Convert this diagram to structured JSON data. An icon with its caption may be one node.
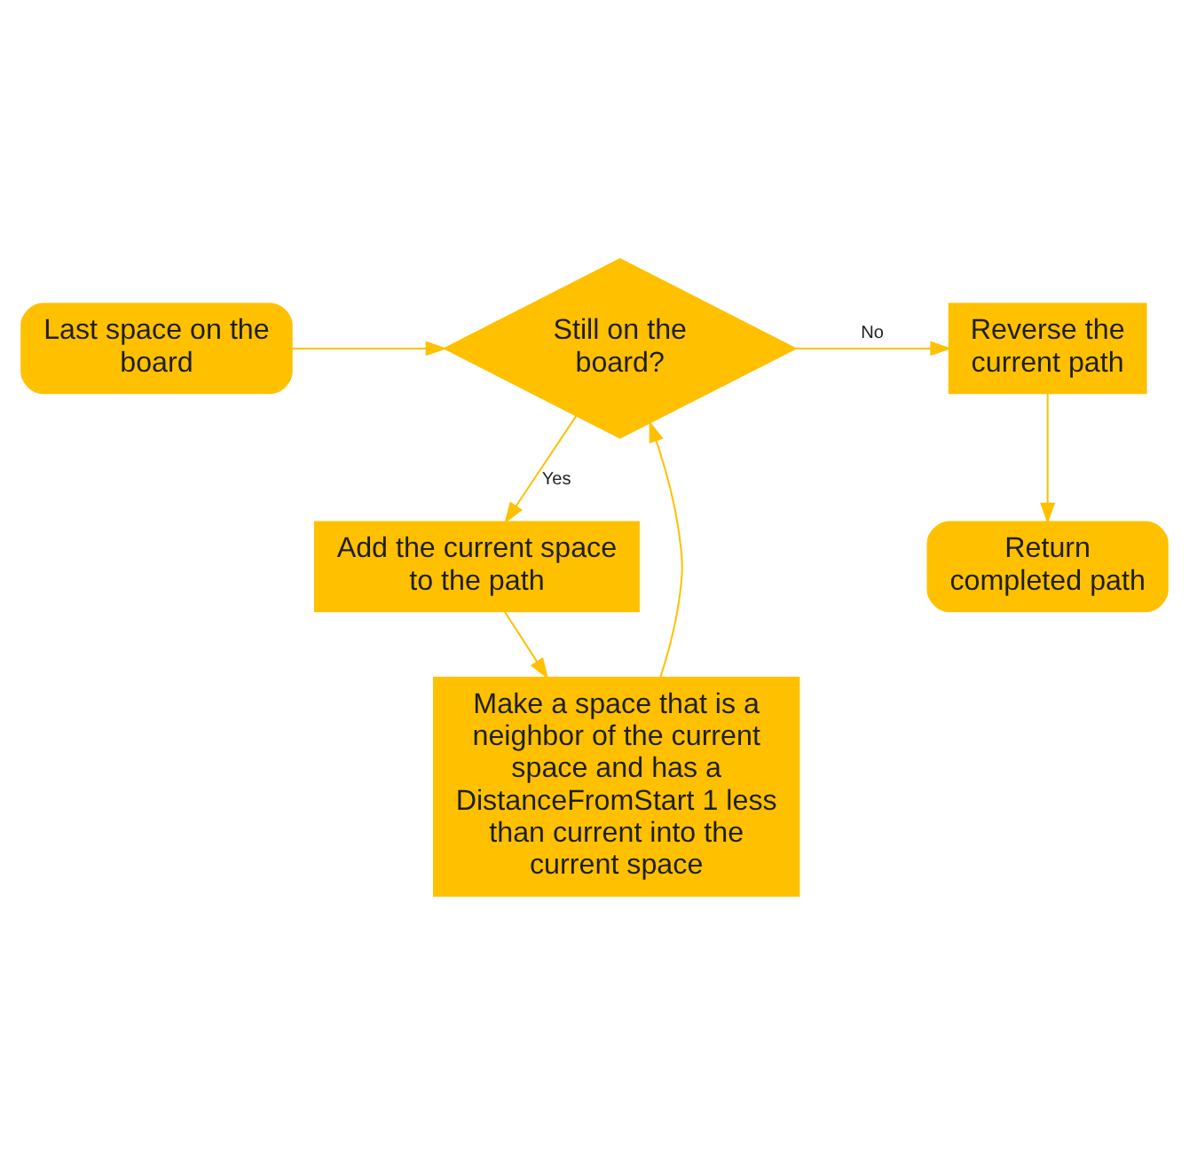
{
  "diagram": {
    "nodes": [
      {
        "text": [
          "Last space on the board"
        ]
      },
      {
        "text": [
          "Still on the board?"
        ]
      },
      {
        "text": [
          "Reverse the current path"
        ]
      },
      {
        "text": [
          "Return completed path"
        ]
      },
      {
        "text": [
          "Add the current space to the path"
        ]
      },
      {
        "text": [
          "Make a space that is a neighbor of the current space and has a DistanceFromStart 1 less than current into the current space"
        ]
      }
    ],
    "edges": [
      {
        "from": 0,
        "to": 1,
        "arrow": "to"
      },
      {
        "from": 1,
        "to": 2,
        "arrow": "to",
        "label": "No"
      },
      {
        "from": 2,
        "to": 3,
        "arrow": "to"
      },
      {
        "from": 1,
        "to": 4,
        "arrow": "to",
        "label": "Yes"
      },
      {
        "from": 4,
        "to": 5,
        "arrow": "to"
      },
      {
        "from": 5,
        "to": 1,
        "arrow": "to"
      }
    ]
  }
}
